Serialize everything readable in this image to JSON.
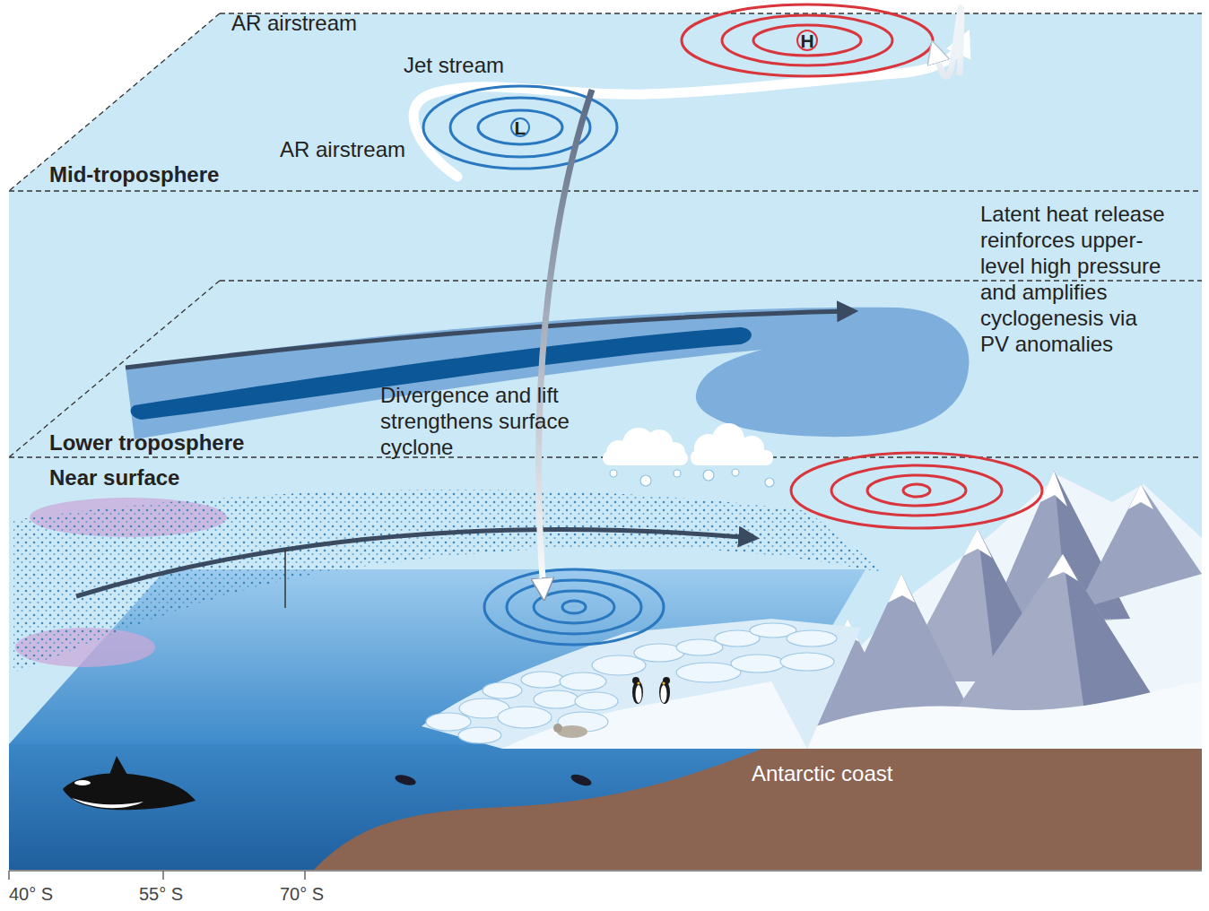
{
  "diagram": {
    "nodes": [
      {
        "text": [
          "Mid-troposphere"
        ]
      },
      {
        "text": [
          "L"
        ],
        "in": 0
      },
      {
        "text": [
          "H"
        ],
        "in": 0
      },
      {
        "text": [
          "Lower troposphere"
        ]
      },
      {
        "text": [
          "AR airstream"
        ],
        "in": 3
      },
      {
        "text": [
          "Near surface"
        ]
      },
      {
        "text": [
          "AR airstream"
        ],
        "in": 5
      }
    ],
    "edges": [
      {
        "from": 4,
        "to": 2,
        "arrow": "to",
        "label": "Latent heat release reinforces upper-level high pressure and amplifies cyclogenesis via PV anomalies"
      }
    ],
    "labels": [
      "Jet stream",
      "Divergence and lift strengthens surface cyclone",
      "Antarctic coast",
      "40° S",
      "55° S",
      "70° S"
    ]
  }
}
